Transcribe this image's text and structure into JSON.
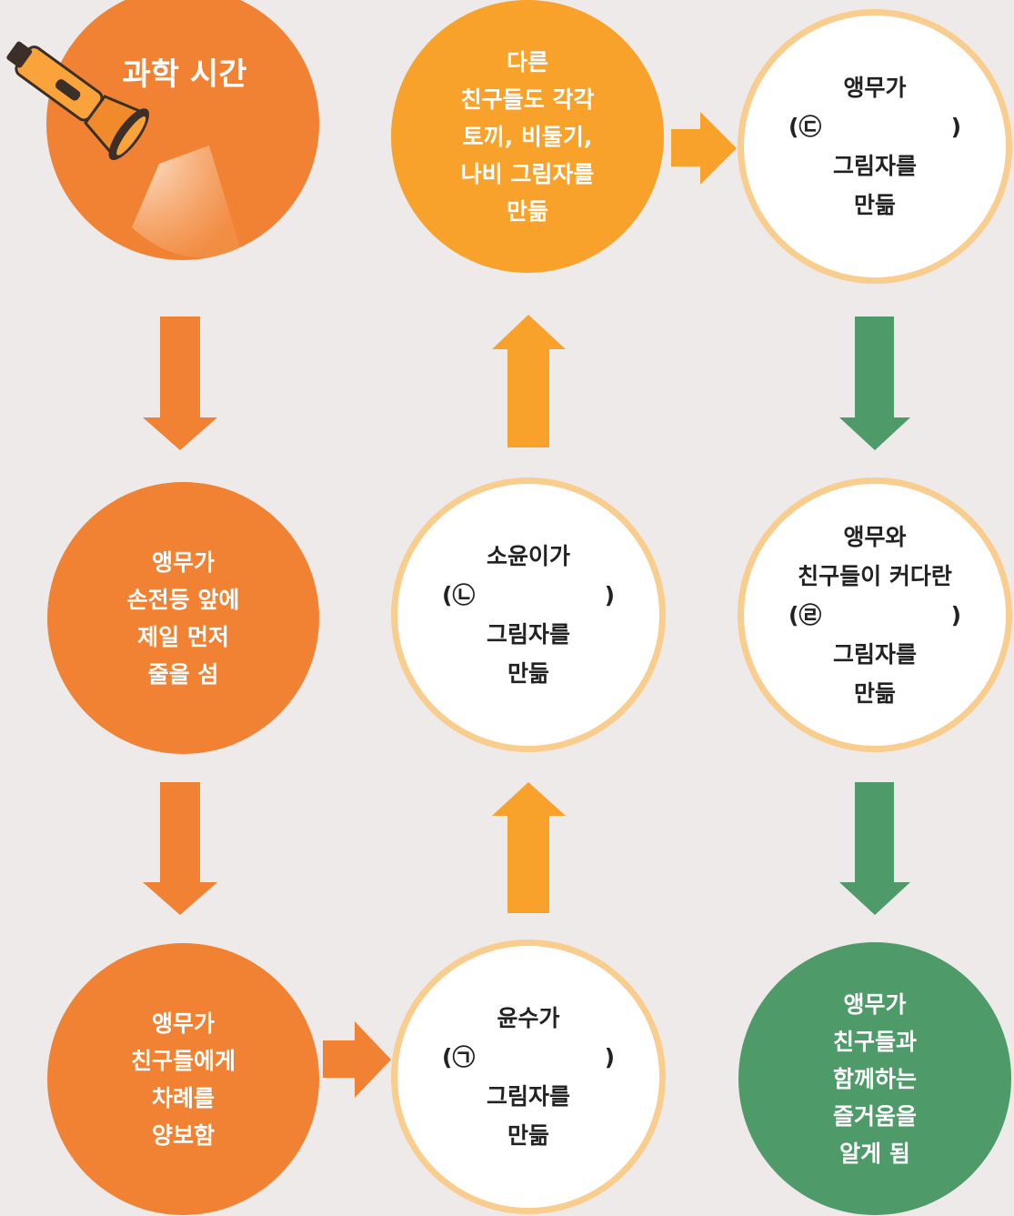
{
  "nodes": {
    "science_time": {
      "title": "과학 시간"
    },
    "parrot_first": {
      "lines": [
        "앵무가",
        "손전등 앞에",
        "제일 먼저",
        "줄을 섬"
      ]
    },
    "parrot_yields": {
      "lines": [
        "앵무가",
        "친구들에게",
        "차례를",
        "양보함"
      ]
    },
    "yunsu": {
      "subject": "윤수가",
      "blank_open": "(㉠",
      "blank_close": ")",
      "lines": [
        "그림자를",
        "만듦"
      ]
    },
    "soyun": {
      "subject": "소윤이가",
      "blank_open": "(㉡",
      "blank_close": ")",
      "lines": [
        "그림자를",
        "만듦"
      ]
    },
    "others": {
      "lines": [
        "다른",
        "친구들도 각각",
        "토끼, 비둘기,",
        "나비 그림자를",
        "만듦"
      ]
    },
    "parrot_shadow": {
      "subject": "앵무가",
      "blank_open": "(㉢",
      "blank_close": ")",
      "lines": [
        "그림자를",
        "만듦"
      ]
    },
    "parrot_friends": {
      "subject_lines": [
        "앵무와",
        "친구들이 커다란"
      ],
      "blank_open": "(㉣",
      "blank_close": ")",
      "lines": [
        "그림자를",
        "만듦"
      ]
    },
    "parrot_joy": {
      "lines": [
        "앵무가",
        "친구들과",
        "함께하는",
        "즐거움을",
        "알게 됨"
      ]
    }
  },
  "icons": [
    "flashlight-icon"
  ],
  "colors": {
    "background": "#edeae9",
    "dark_orange": "#f18233",
    "amber": "#f8a12b",
    "green": "#4e9a68",
    "ring_border": "#f8cd8e"
  }
}
